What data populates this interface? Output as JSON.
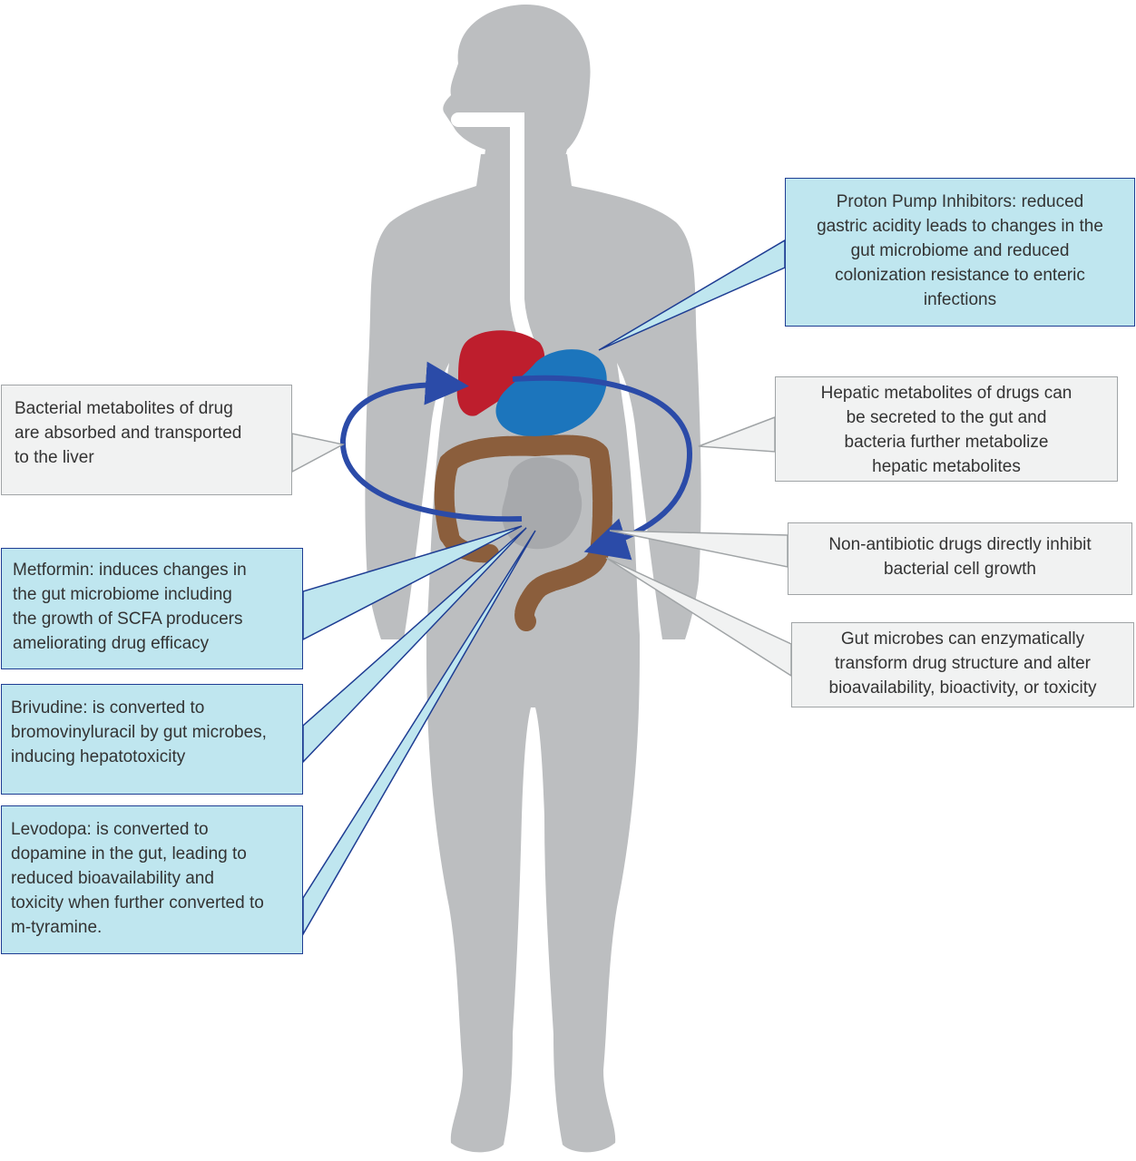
{
  "colors": {
    "body": "#bcbec0",
    "liver": "#be1e2d",
    "stomach": "#1c75bc",
    "colon": "#8b5e3c",
    "small_intestine": "#a7a9ac",
    "esophagus": "#ffffff",
    "arrow": "#2b4ba8",
    "callout_blue": "#bfe6ef",
    "callout_gray": "#f1f2f2"
  },
  "callouts": {
    "ppi": "Proton Pump Inhibitors:    reduced\ngastric acidity leads to changes in the\ngut microbiome and reduced\ncolonization resistance to enteric\ninfections",
    "bacterial_metabolites": "Bacterial metabolites of drug\nare absorbed and transported\nto the liver",
    "hepatic_metabolites": "Hepatic metabolites of drugs can\nbe secreted to the gut and\nbacteria further metabolize\nhepatic metabolites",
    "non_antibiotic": "Non-antibiotic drugs directly inhibit\nbacterial cell growth",
    "metformin": "Metformin:   induces changes in\nthe gut microbiome including\nthe growth of SCFA producers\nameliorating drug efficacy",
    "gut_microbes": "Gut microbes can enzymatically\ntransform drug structure and alter\nbioavailability, bioactivity, or toxicity",
    "brivudine": "Brivudine: is converted to\nbromovinyluracil by gut microbes,\ninducing hepatotoxicity",
    "levodopa": "Levodopa: is converted to\ndopamine in the gut, leading to\nreduced bioavailability and\ntoxicity when further converted to\nm-tyramine."
  }
}
